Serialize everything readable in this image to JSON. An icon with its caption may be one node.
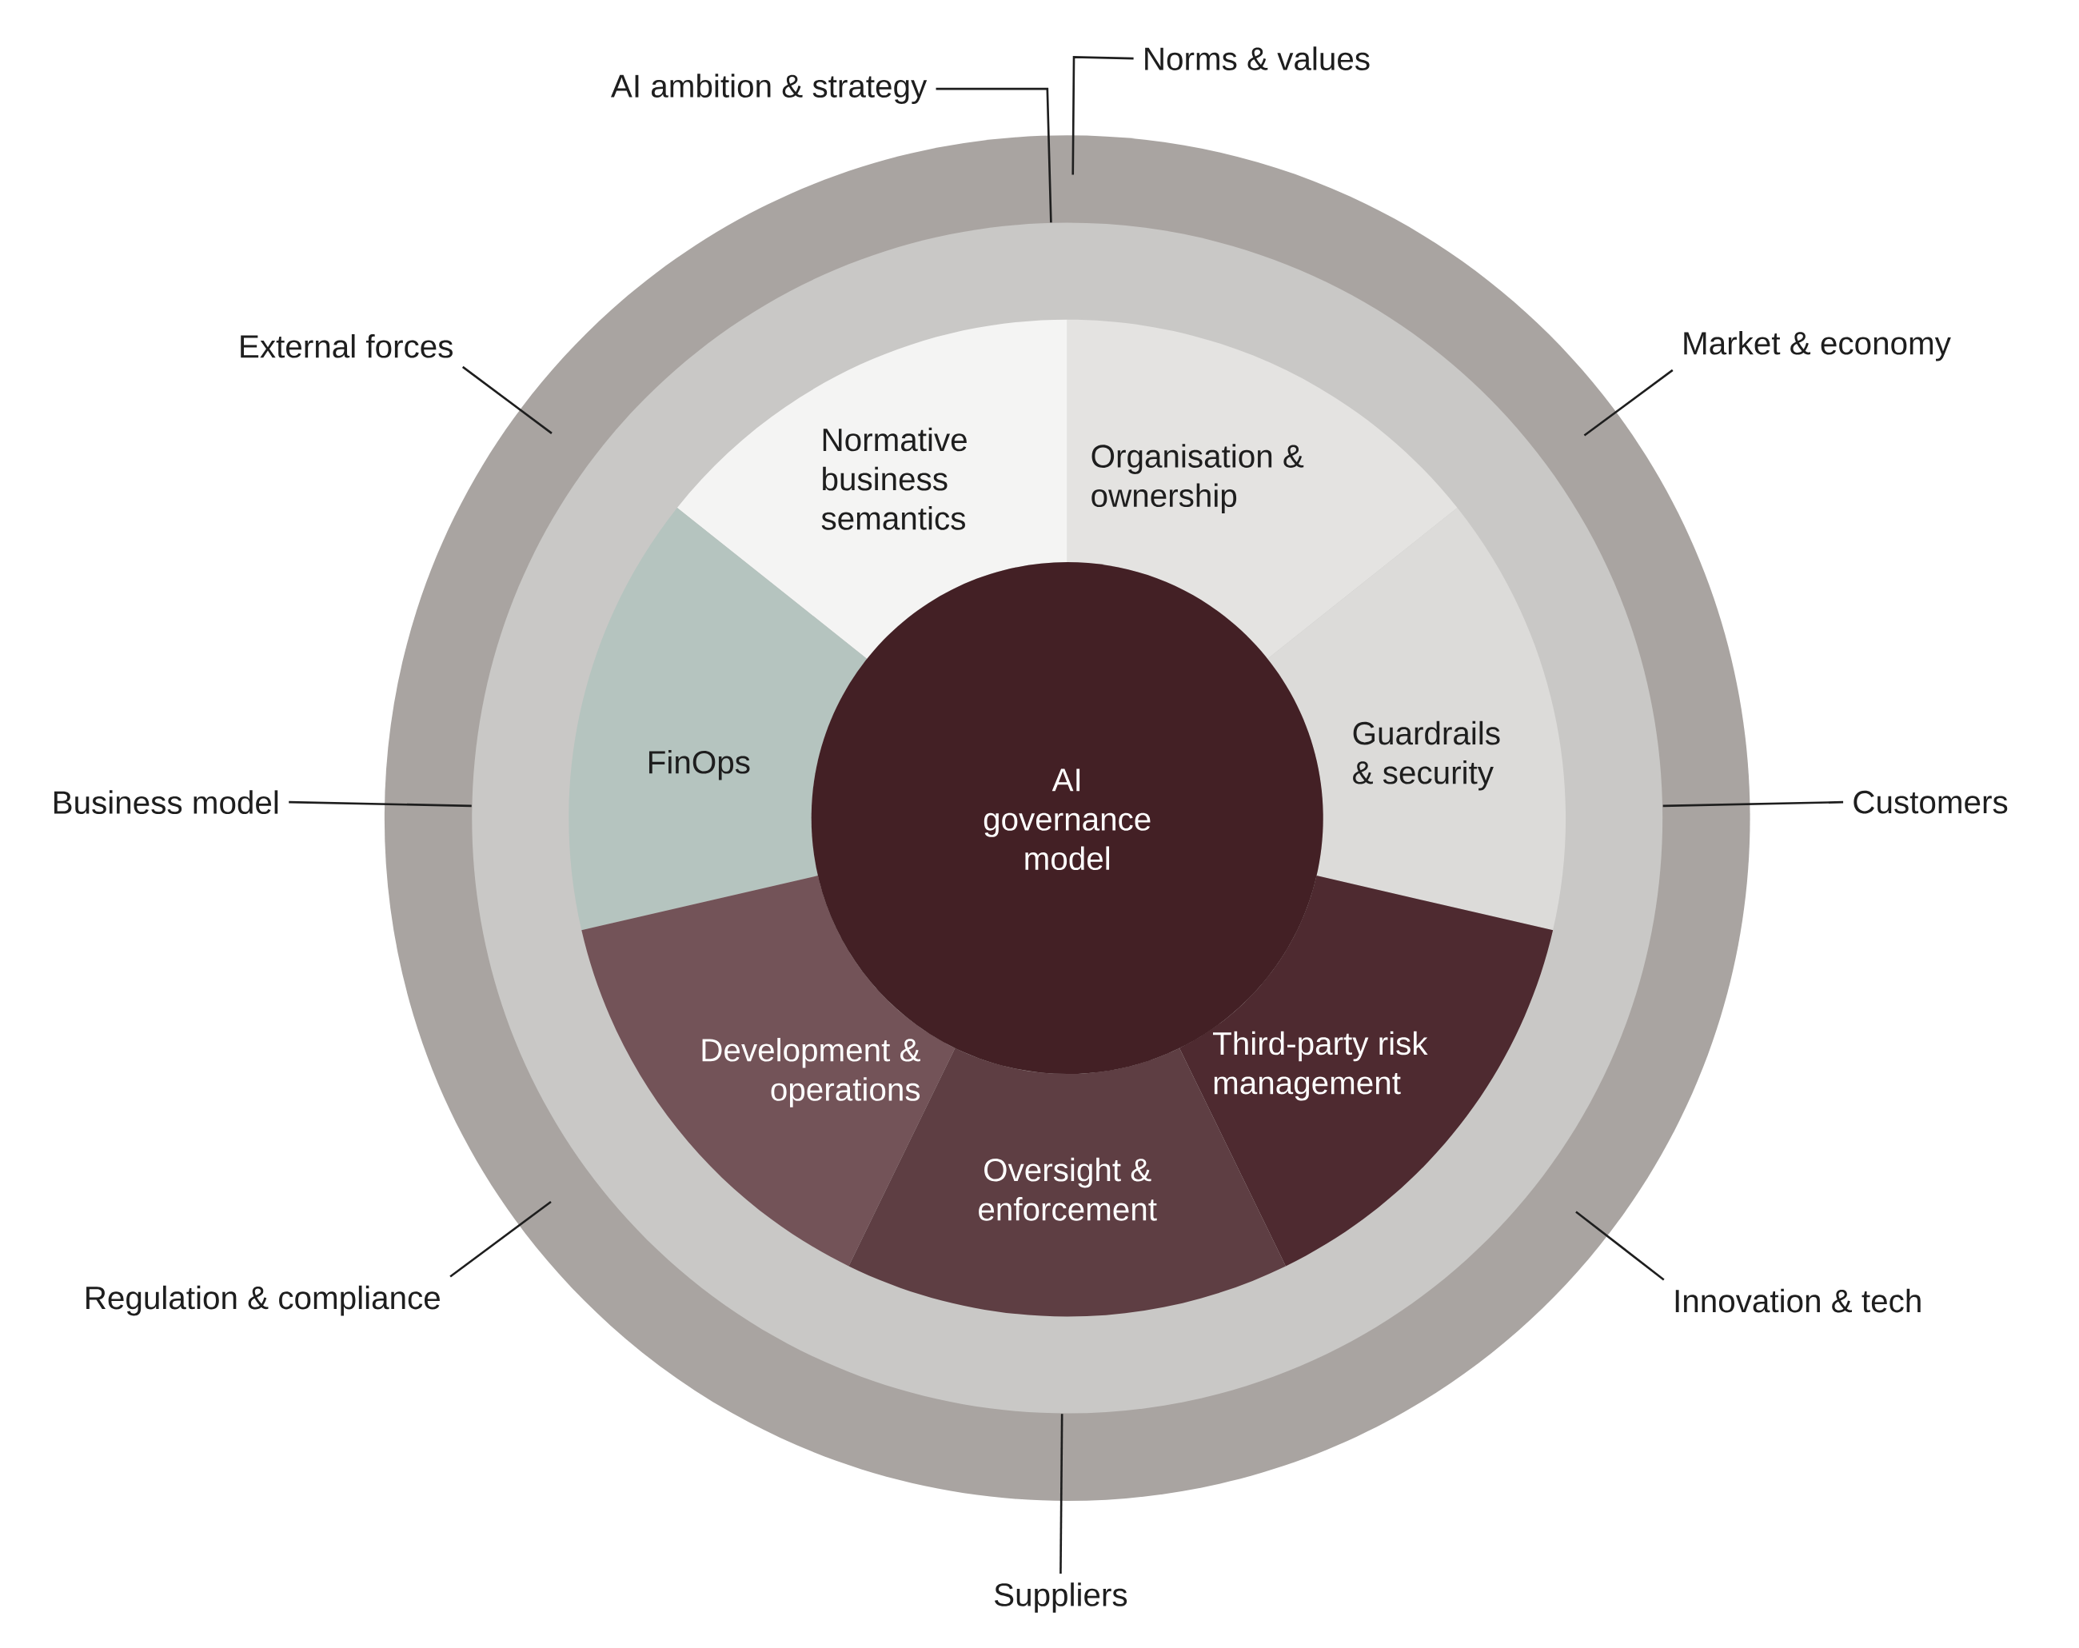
{
  "diagram": {
    "nodes": [
      {
        "text": [],
        "shape": "circle"
      },
      {
        "text": [],
        "shape": "circle",
        "in": 0
      },
      {
        "text": [
          "Normative business semantics"
        ],
        "in": 1
      },
      {
        "text": [
          "Organisation & ownership"
        ],
        "in": 1
      },
      {
        "text": [
          "FinOps"
        ],
        "in": 1
      },
      {
        "text": [
          "AI governance model"
        ],
        "in": 1
      },
      {
        "text": [
          "Guardrails & security"
        ],
        "in": 1
      },
      {
        "text": [
          "Development & operations"
        ],
        "in": 1
      },
      {
        "text": [
          "Third-party risk management"
        ],
        "in": 1
      },
      {
        "text": [
          "Oversight & enforcement"
        ],
        "in": 1
      },
      {
        "text": [
          "Norms & values"
        ]
      },
      {
        "text": [
          "AI ambition & strategy"
        ]
      },
      {
        "text": [
          "External forces"
        ]
      },
      {
        "text": [
          "Market & economy"
        ]
      },
      {
        "text": [
          "Business model"
        ]
      },
      {
        "text": [
          "Customers"
        ]
      },
      {
        "text": [
          "Regulation & compliance"
        ]
      },
      {
        "text": [
          "Innovation & tech"
        ]
      },
      {
        "text": [
          "Suppliers"
        ]
      }
    ],
    "edges": [
      {
        "from": 10,
        "to": 0,
        "arrow": "none"
      },
      {
        "from": 11,
        "to": 1,
        "arrow": "none"
      },
      {
        "from": 12,
        "to": 0,
        "arrow": "none"
      },
      {
        "from": 13,
        "to": 0,
        "arrow": "none"
      },
      {
        "from": 14,
        "to": 1,
        "arrow": "none"
      },
      {
        "from": 15,
        "to": 1,
        "arrow": "none"
      },
      {
        "from": 16,
        "to": 0,
        "arrow": "none"
      },
      {
        "from": 17,
        "to": 0,
        "arrow": "none"
      },
      {
        "from": 18,
        "to": 1,
        "arrow": "none"
      }
    ]
  }
}
